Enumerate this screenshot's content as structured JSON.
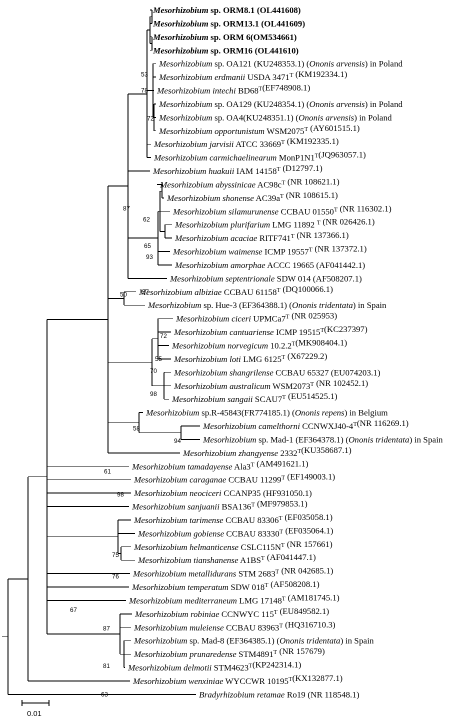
{
  "figure": {
    "leaves": [
      {
        "name": "Mesorhizobium",
        "rest": " sp. ORM8.1 (OL441608)",
        "bold": true
      },
      {
        "name": "Mesorhizobium",
        "rest": " sp. ORM13.1 (OL441609)",
        "bold": true
      },
      {
        "name": "Mesorhizobium",
        "rest": " sp. ORM 6(OM534661)",
        "bold": true
      },
      {
        "name": "Mesorhizobium",
        "rest": " sp. ORM16 (OL441610)",
        "bold": true
      },
      {
        "name": "Mesorhizobium",
        "rest": " sp. OA121 (KU248353.1) (",
        "host": "Ononis arvensis",
        "tail": ") in Poland"
      },
      {
        "name": "Mesorhizobium erdmanii",
        "rest": " USDA 3471",
        "sup": "T",
        "tail": " (KM192334.1)"
      },
      {
        "name": "Mesorhizobium intechi",
        "rest": " BD68",
        "sup": "T",
        "tail": "(EF748908.1)"
      },
      {
        "name": "Mesorhizobium",
        "rest": " sp. OA129 (KU248354.1) (",
        "host": "Ononis arvensis",
        "tail": ") in Poland"
      },
      {
        "name": "Mesorhizobium",
        "rest": " sp. OA4(KU248351.1) (",
        "host": "Ononis arvensis",
        "tail": ") in Poland"
      },
      {
        "name": "Mesorhizobium opportunistum",
        "rest": " WSM2075",
        "sup": "T",
        "tail": " (AY601515.1)"
      },
      {
        "name": "Mesorhizobium jarvisii",
        "rest": " ATCC 33669",
        "sup": "T",
        "tail": " (KM192335.1)"
      },
      {
        "name": "Mesorhizobium carmichaelinearum",
        "rest": " MonP1N1",
        "sup": "T",
        "tail": "(JQ963057.1)"
      },
      {
        "name": "Mesorhizobium huakuii",
        "rest": " IAM 14158",
        "sup": "T",
        "tail": " (D12797.1)"
      },
      {
        "name": "Mesorhizobium abyssinicae",
        "rest": " AC98c",
        "sup": "T",
        "tail": " (NR 108621.1)"
      },
      {
        "name": "Mesorhizobium shonense",
        "rest": " AC39a",
        "sup": "T",
        "tail": " (NR 108615.1)"
      },
      {
        "name": "Mesorhizobium silamurunense",
        "rest": " CCBAU 01550",
        "sup": "T",
        "tail": " (NR 116302.1)"
      },
      {
        "name": "Mesorhizobium plurifarium",
        "rest": " LMG 11892 ",
        "sup": "T",
        "tail": " (NR 026426.1)"
      },
      {
        "name": "Mesorhizobium acaciae",
        "rest": " RITF741",
        "sup": "T",
        "tail": " (NR 137366.1)"
      },
      {
        "name": "Mesorhizobium waimense",
        "rest": " ICMP 19557",
        "sup": "T",
        "tail": " (NR 137372.1)"
      },
      {
        "name": "Mesorhizobium amorphae",
        "rest": " ACCC 19665 (AF041442.1)"
      },
      {
        "name": "Mesorhizobium septentrionale",
        "rest": " SDW 014 (AF508207.1)"
      },
      {
        "name": "Mesorhizobium albiziae",
        "rest": " CCBAU 61158",
        "sup": "T",
        "tail": " (DQ100066.1)"
      },
      {
        "name": "Mesorhizobium",
        "rest": " sp. Hue-3 (EF364388.1) (",
        "host": "Ononis tridentata",
        "tail": ") in Spain"
      },
      {
        "name": "Mesorhizobium ciceri",
        "rest": " UPMCa7",
        "sup": "T",
        "tail": " (NR 025953)"
      },
      {
        "name": "Mesorhizobium cantuariense",
        "rest": " ICMP 19515",
        "sup": "T",
        "tail": "(KC237397)"
      },
      {
        "name": "Mesorhizobium norvegicum",
        "rest": " 10.2.2",
        "sup": "T",
        "tail": "(MK908404.1)"
      },
      {
        "name": "Mesorhizobium loti",
        "rest": " LMG 6125",
        "sup": "T",
        "tail": " (X67229.2)"
      },
      {
        "name": "Mesorhizobium shangrilense",
        "rest": " CCBAU 65327 (EU074203.1)"
      },
      {
        "name": "Mesorhizobium australicum",
        "rest": " WSM2073",
        "sup": "T",
        "tail": " (NR 102452.1)"
      },
      {
        "name": "Mesorhizobium sangaii",
        "rest": " SCAU7",
        "sup": "T",
        "tail": " (EU514525.1)"
      },
      {
        "name": "Mesorhizobium",
        "rest": " sp.R-45843(FR774185.1) (",
        "host": "Ononis repens",
        "tail": ") in Belgium"
      },
      {
        "name": "Mesorhizobium camelthorni",
        "rest": " CCNWXJ40-4",
        "sup": "T",
        "tail": "(NR 116269.1)"
      },
      {
        "name": "Mesorhizobium",
        "rest": " sp. Mad-1 (EF364378.1) (",
        "host": "Ononis tridentata",
        "tail": ") in Spain"
      },
      {
        "name": "Mesorhizobium zhangyense",
        "rest": " 2332",
        "sup": "T",
        "tail": "(KU358687.1)"
      },
      {
        "name": "Mesorhizobium tamadayense",
        "rest": " Ala3",
        "sup": "T",
        "tail": " (AM491621.1)"
      },
      {
        "name": "Mesorhizobium caraganae",
        "rest": " CCBAU 11299",
        "sup": "T",
        "tail": " (EF149003.1)"
      },
      {
        "name": "Mesorhizobium neociceri",
        "rest": " CCANP35 (HF931050.1)"
      },
      {
        "name": "Mesorhizobium sanjuanii",
        "rest": " BSA136",
        "sup": "T",
        "tail": " (MF979853.1)"
      },
      {
        "name": "Mesorhizobium tarimense",
        "rest": " CCBAU 83306",
        "sup": "T",
        "tail": " (EF035058.1)"
      },
      {
        "name": "Mesorhizobium gobiense",
        "rest": " CCBAU 83330",
        "sup": "T",
        "tail": " (EF035064.1)"
      },
      {
        "name": "Mesorhizobium helmanticense",
        "rest": " CSLC115N",
        "sup": "T",
        "tail": " (NR 157661)"
      },
      {
        "name": "Mesorhizobium tianshanense",
        "rest": " A1BS",
        "sup": "T",
        "tail": " (AF041447.1)"
      },
      {
        "name": "Mesorhizobium metallidurans",
        "rest": " STM 2683",
        "sup": "T",
        "tail": " (NR 042685.1)"
      },
      {
        "name": "Mesorhizobium temperatum",
        "rest": " SDW 018",
        "sup": "T",
        "tail": " (AF508208.1)"
      },
      {
        "name": "Mesorhizobium mediterraneum",
        "rest": " LMG 17148",
        "sup": "T",
        "tail": " (AM181745.1)"
      },
      {
        "name": "Mesorhizobium robiniae",
        "rest": " CCNWYC 115",
        "sup": "T",
        "tail": " (EU849582.1)"
      },
      {
        "name": "Mesorhizobium muleiense",
        "rest": " CCBAU 83963",
        "sup": "T",
        "tail": " (HQ316710.3)"
      },
      {
        "name": "Mesorhizobium",
        "rest": " sp. Mad-8 (EF364385.1) (",
        "host": "Ononis tridentata",
        "tail": ") in Spain"
      },
      {
        "name": "Mesorhizobium prunaredense",
        "rest": " STM4891",
        "sup": "T",
        "tail": " (NR 157679)"
      },
      {
        "name": "Mesorhizobium delmotii",
        "rest": " STM4623",
        "sup": "T",
        "tail": "(KP242314.1)"
      },
      {
        "name": "Mesorhizobium wenxiniae",
        "rest": " WYCCWR 10195",
        "sup": "T",
        "tail": "(KX132877.1)"
      },
      {
        "name": "Bradyrhizobium retamae",
        "rest": " Ro19 (NR 118548.1)"
      }
    ],
    "bootstrap": [
      {
        "value": "53",
        "row": 4.8
      },
      {
        "value": "78",
        "row": 6.0
      },
      {
        "value": "72",
        "row": 8.1
      },
      {
        "value": "87",
        "row": 14.8
      },
      {
        "value": "62",
        "row": 15.6
      },
      {
        "value": "65",
        "row": 17.6
      },
      {
        "value": "93",
        "row": 18.4
      },
      {
        "value": "57",
        "row": 21.0
      },
      {
        "value": "50",
        "row": 21.2
      },
      {
        "value": "72",
        "row": 24.3
      },
      {
        "value": "55",
        "row": 26.0
      },
      {
        "value": "70",
        "row": 26.9
      },
      {
        "value": "98",
        "row": 28.6
      },
      {
        "value": "58",
        "row": 31.2
      },
      {
        "value": "94",
        "row": 32.1
      },
      {
        "value": "61",
        "row": 34.4
      },
      {
        "value": "98",
        "row": 36.1
      },
      {
        "value": "75",
        "row": 40.6
      },
      {
        "value": "76",
        "row": 42.2
      },
      {
        "value": "67",
        "row": 44.7
      },
      {
        "value": "87",
        "row": 46.1
      },
      {
        "value": "81",
        "row": 48.9
      },
      {
        "value": "63",
        "row": 51.0
      }
    ],
    "scale_bar": {
      "label": "0.01"
    }
  }
}
